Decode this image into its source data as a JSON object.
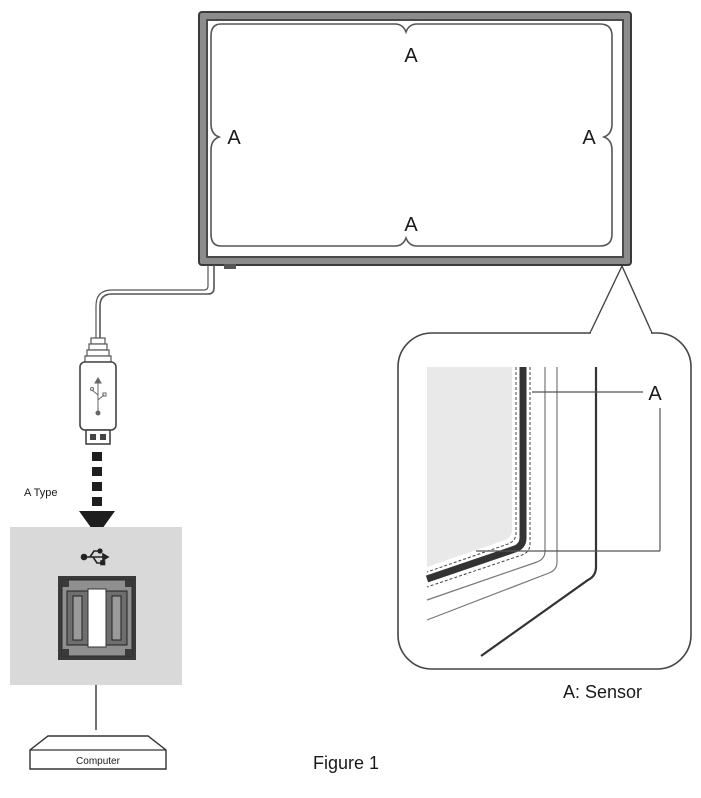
{
  "diagram": {
    "monitor": {
      "sensor_labels": [
        "A",
        "A",
        "A",
        "A"
      ]
    },
    "zoom": {
      "sensor_label": "A"
    },
    "usb": {
      "connector_type_label": "A Type"
    },
    "computer": {
      "label": "Computer"
    },
    "legend": {
      "sensor_legend": "A: Sensor"
    },
    "caption": {
      "figure_label": "Figure 1"
    }
  },
  "colors": {
    "line": "#555555",
    "dark": "#1e1e1e",
    "panel_gray": "#d9d9d9",
    "frame_gray": "#8c8c8c",
    "zoom_fill": "#e9e9e9"
  }
}
